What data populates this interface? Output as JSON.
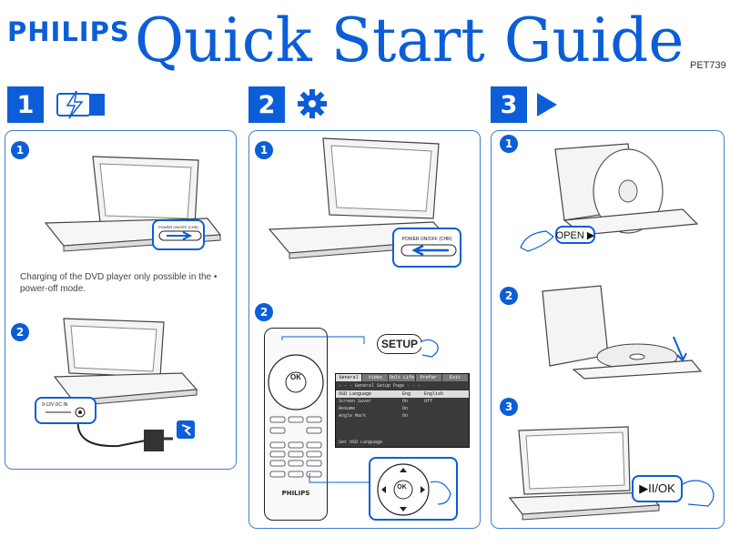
{
  "header": {
    "brand": "PHILIPS",
    "title": "Quick Start Guide",
    "model": "PET739"
  },
  "steps": [
    {
      "number": "1",
      "icon": "battery-charging-icon"
    },
    {
      "number": "2",
      "icon": "gear-icon"
    },
    {
      "number": "3",
      "icon": "play-icon"
    }
  ],
  "panel1": {
    "sub1": "1",
    "sub2": "2",
    "note": "Charging of the DVD player only possible in the • power-off mode.",
    "switch_label": "POWER ON/OFF (CHR)",
    "dc_label": "9-12V DC IN"
  },
  "panel2": {
    "sub1": "1",
    "sub2": "2",
    "switch_label": "POWER ON/OFF (CHR)",
    "setup_key": "SETUP",
    "ok_key": "OK",
    "remote_brand": "PHILIPS",
    "screen": {
      "tabs": [
        "General",
        "Video",
        "Dolt Life",
        "Prefer",
        "Exit"
      ],
      "page_title": "- - - General Setup Page - - -",
      "rows": [
        {
          "label": "OSD Language",
          "value": "Eng",
          "extra": "English"
        },
        {
          "label": "Screen Saver",
          "value": "On",
          "extra": "Off"
        },
        {
          "label": "Resume",
          "value": "On",
          "extra": ""
        },
        {
          "label": "Angle Mark",
          "value": "On",
          "extra": ""
        }
      ],
      "footer": "Set OSD Language"
    }
  },
  "panel3": {
    "sub1": "1",
    "sub2": "2",
    "sub3": "3",
    "open_label": "OPEN ▶",
    "playok_label": "▶II/OK"
  },
  "colors": {
    "brand_blue": "#0b5ed7",
    "panel_border": "#3d7fd6"
  }
}
